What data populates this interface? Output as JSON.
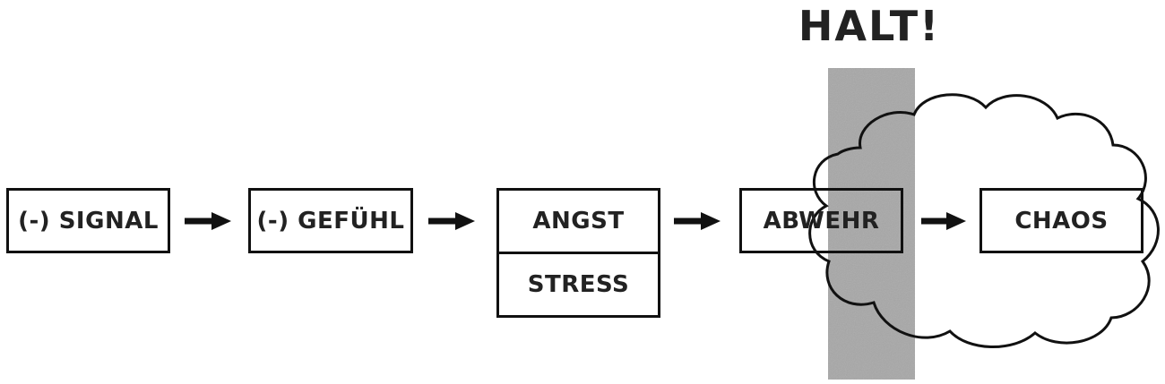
{
  "diagram": {
    "halt_label": "HALT!",
    "nodes": {
      "signal": "(-) SIGNAL",
      "gefuehl": "(-) GEFÜHL",
      "angst": "ANGST",
      "stress": "STRESS",
      "abwehr": "ABWEHR",
      "chaos": "CHAOS"
    },
    "colors": {
      "outline": "#111111",
      "text": "#222222",
      "halt_bar": "#a7a7a7",
      "background": "#ffffff"
    }
  }
}
